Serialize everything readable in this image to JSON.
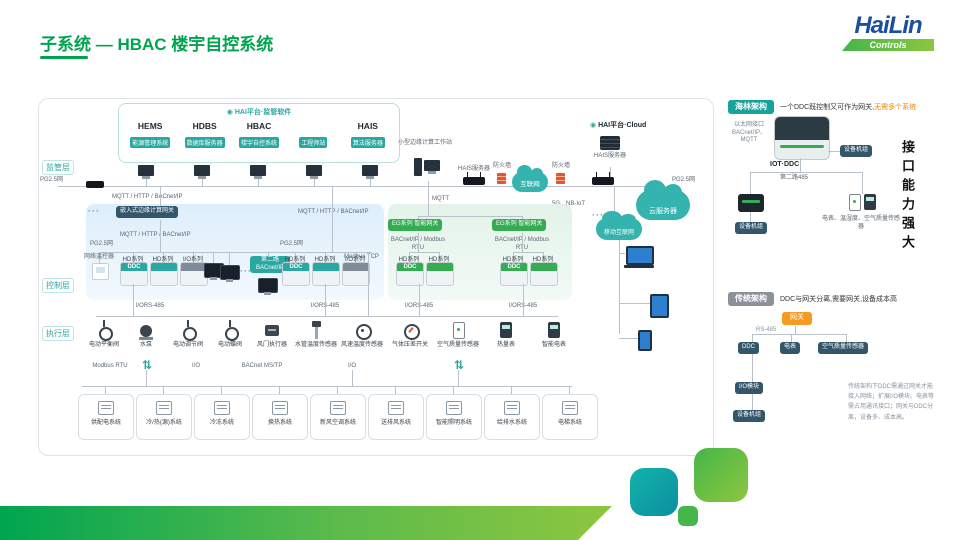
{
  "slide": {
    "title": "子系统 — HBAC 楼宇自控系统"
  },
  "logo": {
    "brand": "HaiLin",
    "sub": "Controls"
  },
  "icons": {
    "updown": "⇅",
    "dots": "···",
    "platform": "◉"
  },
  "layers": {
    "l1": "监管层",
    "l2": "控制层",
    "l3": "执行层"
  },
  "platform": {
    "header": "HAI平台·监管软件",
    "items": [
      {
        "name": "HEMS",
        "badge": "能源管理系统"
      },
      {
        "name": "HDBS",
        "badge": "数据库服务器"
      },
      {
        "name": "HBAC",
        "badge": "楼宇自控系统"
      },
      {
        "name": "",
        "badge": "工程师站"
      },
      {
        "name": "HAIS",
        "badge": "算法服务器"
      }
    ]
  },
  "cloud": {
    "edge_ws": "小型边缘计算工作站",
    "hai_cloud": "HAI平台·Cloud",
    "hais_server": "HAIS服务器",
    "firewall": "防火墙",
    "internet": "互联网",
    "mobile_internet": "移动互联网",
    "cloud_server": "云服务器"
  },
  "protocols": {
    "mqtt_http_bacnet": "MQTT / HTTP / BACnet/IP",
    "mqtt": "MQTT",
    "g5": "5G、NB-IoT",
    "pg25": "PG2.5网",
    "modbus_tcp": "Modbus TCP",
    "bacnet_modbus_rtu": "BACnet/IP / Modbus RTU",
    "io_rs485": "I/ORS-485",
    "modbus_rtu": "Modbus RTU",
    "io": "I/O",
    "bacnet_mstp": "BACnet MS/TP"
  },
  "control": {
    "embedded_gw": "嵌入式边缘计算网关",
    "eg_gw": "EG系列 智能网关",
    "thermostat": "网络温控器",
    "hd": "HD系列",
    "io_series": "I/O系列",
    "ddc": "DDC",
    "second_bus": "第二路 BACnet/IP"
  },
  "execution": {
    "devices": [
      "电动平衡阀",
      "水泵",
      "电动调节阀",
      "电动蝶阀",
      "风门执行器",
      "水管温度传感器",
      "风速温度传感器",
      "气体压差开关",
      "空气质量传感器",
      "热量表",
      "智能电表"
    ]
  },
  "systems": [
    "供配电系统",
    "冷/热(源)系统",
    "冷冻系统",
    "换热系统",
    "新风空调系统",
    "送排风系统",
    "智能照明系统",
    "给排水系统",
    "电梯系统"
  ],
  "panel": {
    "hailin": {
      "badge": "海林架构",
      "desc": "一个DDC既控制又可作为网关,",
      "desc_hl": "无需多个系统",
      "eth_note": "以太网接口 BACnet/IP、MQTT",
      "device": "IOT·DDC",
      "unit": "设备机组",
      "bus2": "第二路485",
      "sensors": "电表、温湿度、空气质量传感器"
    },
    "slogan": "接口能力强大",
    "traditional": {
      "badge": "传统架构",
      "desc": "DDC与网关分离,需要网关,设备成本高",
      "gateway": "网关",
      "rs485": "RS-485",
      "ddc": "DDC",
      "meter": "电表",
      "aq": "空气质量传感器",
      "io_module": "I/O模块",
      "unit": "设备机组",
      "note": "传统架构下DDC需通过网关才能接入网络；扩展I/O模块、电表等需占用通讯接口；网关与DDC分离，设备多、成本高。"
    }
  }
}
